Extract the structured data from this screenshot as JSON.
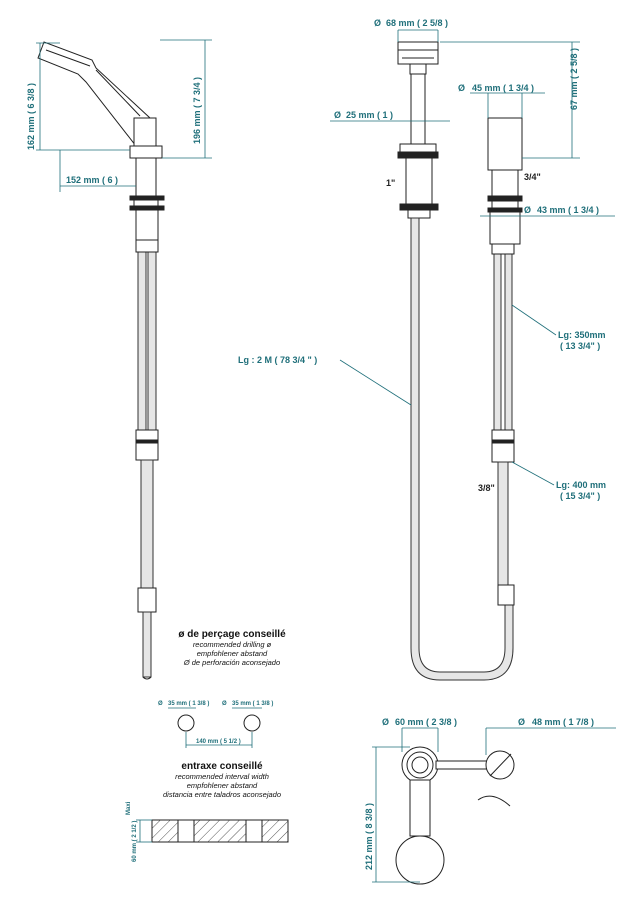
{
  "dims": {
    "head_dia": "68 mm ( 2 5/8 )",
    "head_height": "67 mm ( 2 5/8 )",
    "handle_dia": "25 mm ( 1 )",
    "body_dia_45": "45 mm ( 1 3/4 )",
    "body_dia_43": "43 mm ( 1 3/4 )",
    "thread_1in": "1\"",
    "thread_34": "3/4\"",
    "thread_38": "3/8\"",
    "hose_length": "Lg : 2 M ( 78 3/4 \" )",
    "flex1_mm": "Lg: 350mm",
    "flex1_in": "( 13 3/4\" )",
    "flex2_mm": "Lg: 400 mm",
    "flex2_in": "( 15 3/4\" )",
    "height_162": "162 mm ( 6 3/8 )",
    "height_196": "196 mm ( 7 3/4 )",
    "reach_152": "152 mm ( 6 )",
    "top_60": "60 mm ( 2 3/8 )",
    "top_48": "48 mm ( 1 7/8 )",
    "top_212": "212 mm ( 8 3/8 )",
    "hole_a": "35 mm ( 1 3/8 )",
    "hole_b": "35 mm ( 1 3/8 )",
    "interval": "140 mm ( 5 1/2 )",
    "deck_thickness": "60 mm ( 2 1/2 )",
    "deck_max": "Maxi",
    "dia_symbol": "Ø"
  },
  "drilling": {
    "title": "ø de perçage conseillé",
    "lines": [
      "recommended drilling ø",
      "empfohlener abstand",
      "Ø de perforación aconsejado"
    ]
  },
  "interval": {
    "title": "entraxe conseillé",
    "lines": [
      "recommended interval width",
      "empfohlener abstand",
      "distancia entre taladros aconsejado"
    ]
  },
  "colors": {
    "dimension": "#1f6f7a",
    "line": "#222222",
    "hose_fill": "#e6e6e6",
    "hatch": "#555555"
  }
}
